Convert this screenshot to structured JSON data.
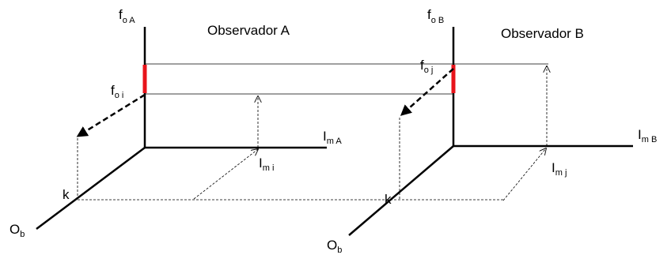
{
  "observers": [
    {
      "title": "Observador A",
      "vertical_axis": {
        "main": "f",
        "sub": "o A"
      },
      "horizontal_axis": {
        "main": "I",
        "sub": "m A"
      },
      "marker_vertical": {
        "main": "f",
        "sub": "o i"
      },
      "marker_horizontal": {
        "main": "I",
        "sub": "m i"
      },
      "depth_axis": {
        "main": "O",
        "sub": "b"
      },
      "depth_point": "k"
    },
    {
      "title": "Observador B",
      "vertical_axis": {
        "main": "f",
        "sub": "o B"
      },
      "horizontal_axis": {
        "main": "I",
        "sub": "m B"
      },
      "marker_vertical": {
        "main": "f",
        "sub": "o j"
      },
      "marker_horizontal": {
        "main": "I",
        "sub": "m j"
      },
      "depth_axis": {
        "main": "O",
        "sub": "b"
      },
      "depth_point": "k"
    }
  ],
  "colors": {
    "axis": "#000000",
    "highlight_segment": "#e8141b",
    "guide_lines": "#000000"
  }
}
